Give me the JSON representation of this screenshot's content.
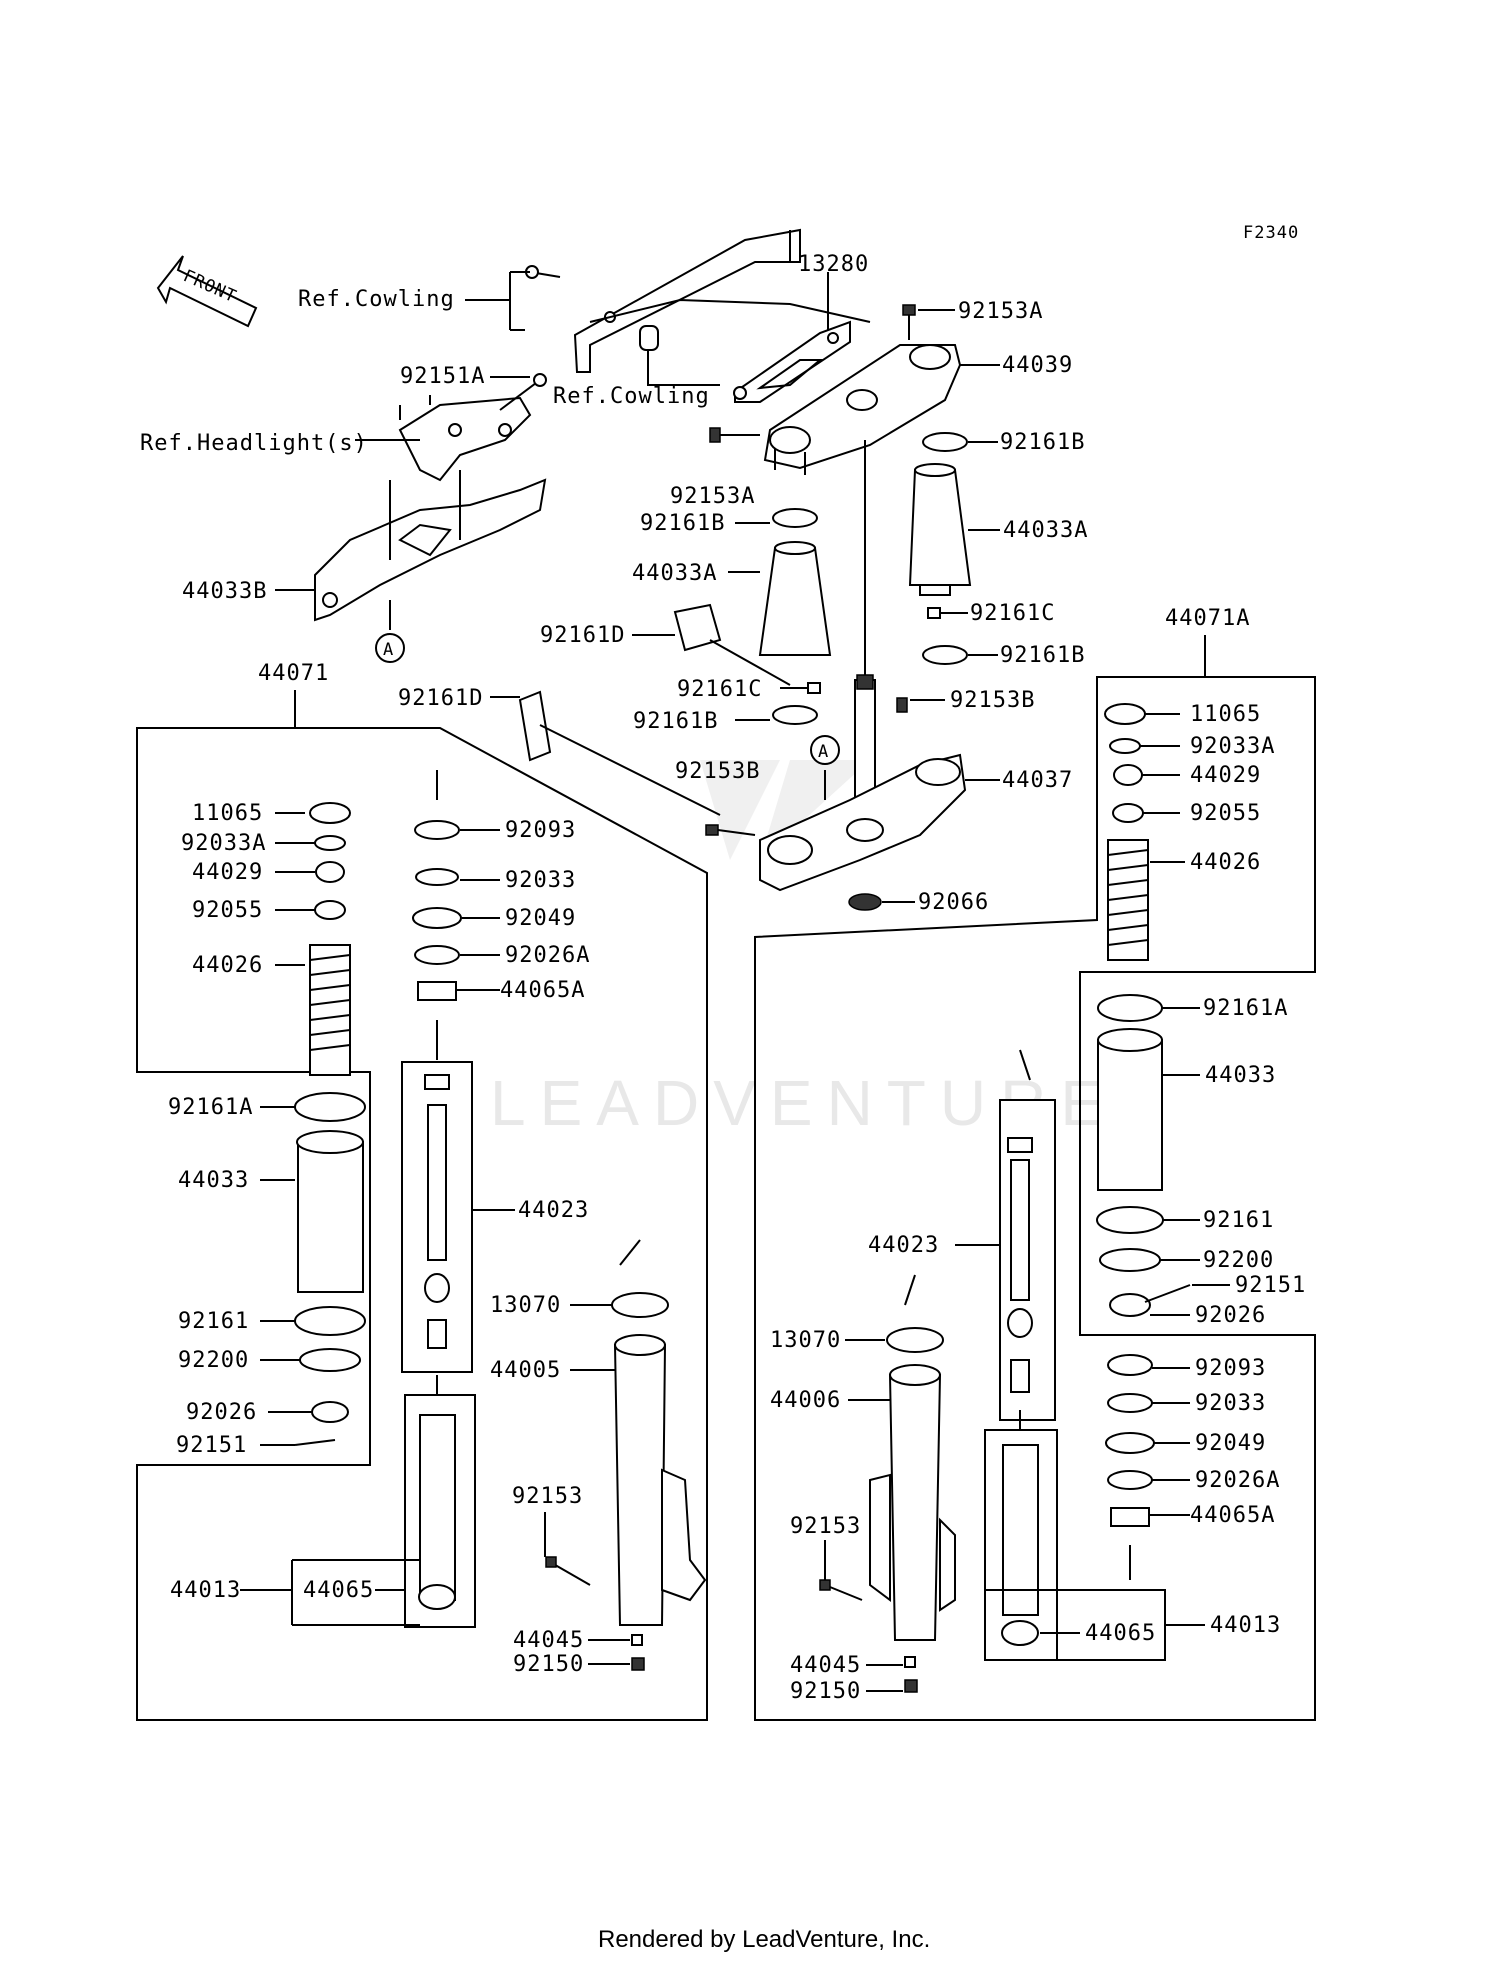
{
  "diagram": {
    "figure_code": "F2340",
    "front_label": "FRONT",
    "footer": "Rendered by LeadVenture, Inc.",
    "watermark": "LEADVENTURE",
    "marker_a": "A",
    "labels": {
      "ref_cowling_1": "Ref.Cowling",
      "ref_cowling_2": "Ref.Cowling",
      "ref_headlight": "Ref.Headlight(s)",
      "p13280": "13280",
      "p92153A_top": "92153A",
      "p44039": "44039",
      "p92151A": "92151A",
      "p92161B_r1": "92161B",
      "p92153A_mid": "92153A",
      "p92161B_l1": "92161B",
      "p44033A_r": "44033A",
      "p44033A_l": "44033A",
      "p44033B": "44033B",
      "p92161C_r": "92161C",
      "p44071A": "44071A",
      "p92161D_1": "92161D",
      "p92161B_r2": "92161B",
      "p92161C_l": "92161C",
      "p44071": "44071",
      "p92161D_2": "92161D",
      "p92153B_r": "92153B",
      "p92161B_l2": "92161B",
      "p92153B_l": "92153B",
      "p44037": "44037",
      "p92066": "92066",
      "L11065": "11065",
      "L92033A": "92033A",
      "L44029": "44029",
      "L92055": "92055",
      "L44026": "44026",
      "L92161A": "92161A",
      "L44033": "44033",
      "L92161": "92161",
      "L92200": "92200",
      "L92026": "92026",
      "L92151": "92151",
      "L92093": "92093",
      "L92033": "92033",
      "L92049": "92049",
      "L92026A": "92026A",
      "L44065A": "44065A",
      "L44023": "44023",
      "L13070": "13070",
      "L44005": "44005",
      "L92153": "92153",
      "L44013": "44013",
      "L44065": "44065",
      "L44045": "44045",
      "L92150": "92150",
      "R11065": "11065",
      "R92033A": "92033A",
      "R44029": "44029",
      "R92055": "92055",
      "R44026": "44026",
      "R92161A": "92161A",
      "R44033": "44033",
      "R92161": "92161",
      "R92200": "92200",
      "R92151": "92151",
      "R92026": "92026",
      "R92093": "92093",
      "R92033": "92033",
      "R92049": "92049",
      "R92026A": "92026A",
      "R44065A": "44065A",
      "R44023": "44023",
      "R13070": "13070",
      "R44006": "44006",
      "R92153": "92153",
      "R44065": "44065",
      "R44013": "44013",
      "R44045": "44045",
      "R92150": "92150"
    }
  }
}
